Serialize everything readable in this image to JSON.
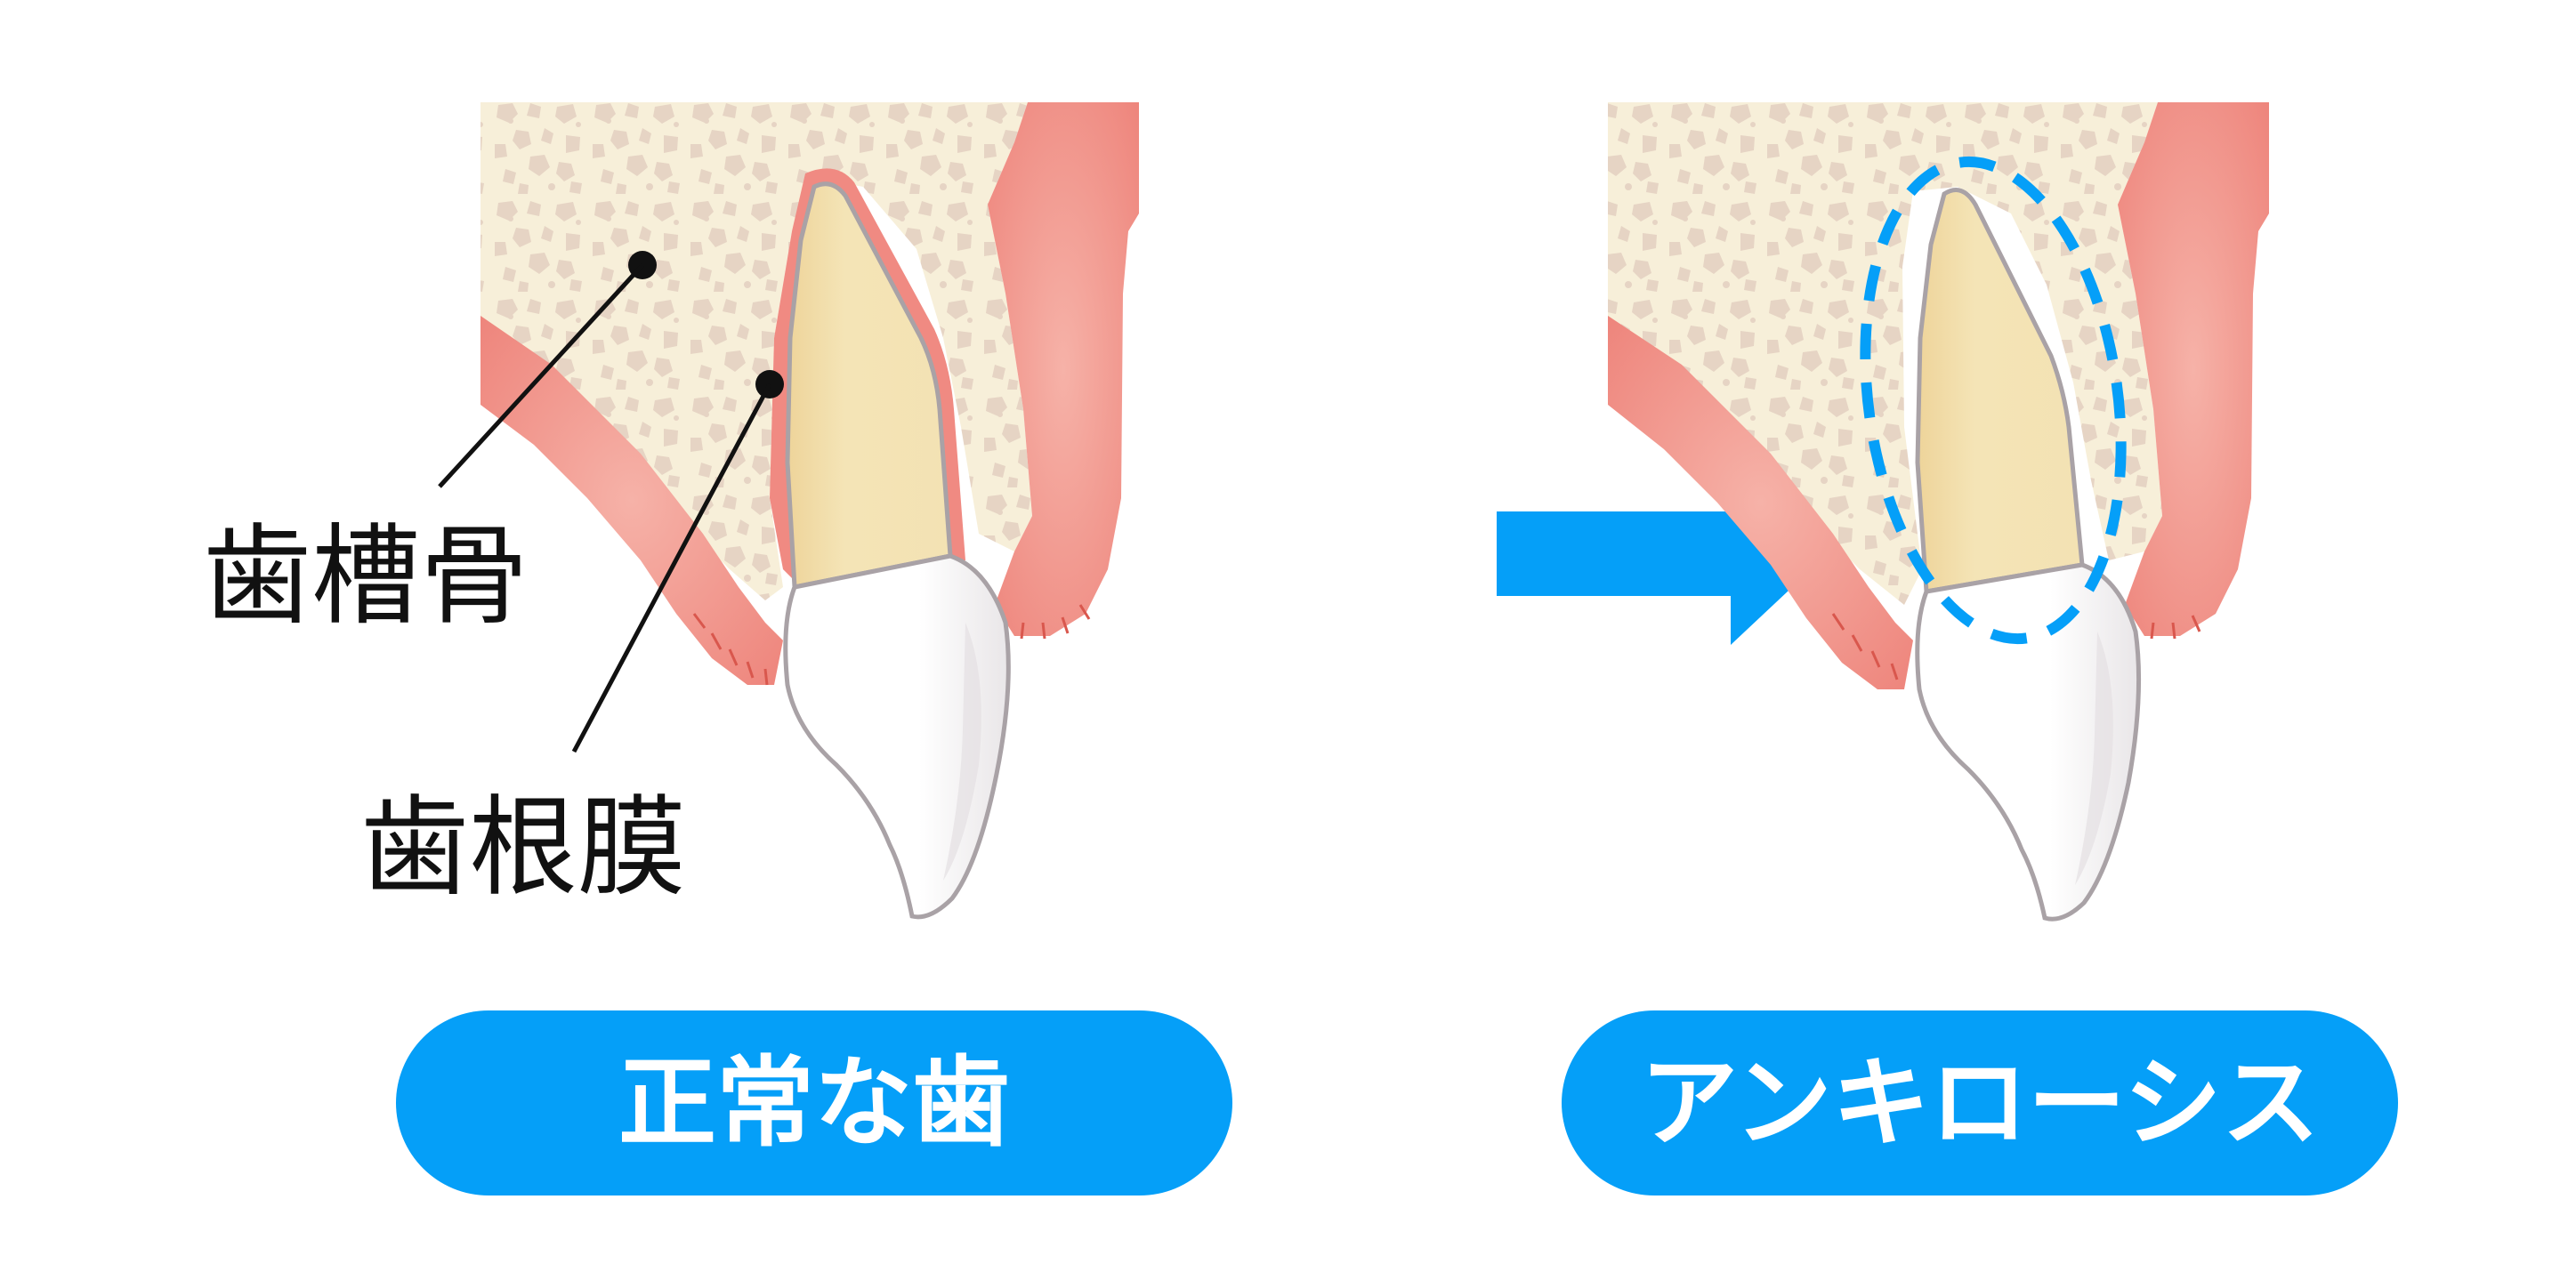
{
  "labels": {
    "alveolar_bone": "歯槽骨",
    "periodontal_ligament": "歯根膜"
  },
  "captions": {
    "normal": "正常な歯",
    "ankylosis": "アンキローシス"
  },
  "colors": {
    "bone": "#f7efd9",
    "bone_spot": "#e6d4c4",
    "gum": "#ef8c84",
    "ligament": "#f08a82",
    "root": "#f3e2b3",
    "crown": "#ffffff",
    "outline": "#a9a2a6",
    "accent_blue": "#059ff8",
    "text": "#111111"
  }
}
